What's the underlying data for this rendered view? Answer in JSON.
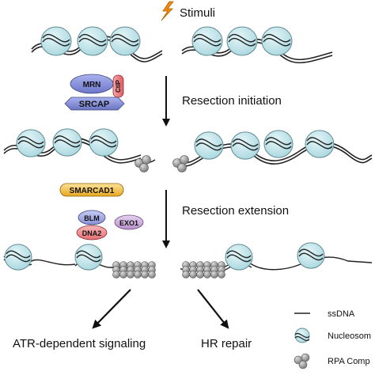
{
  "stimuli_label": "Stimuli",
  "steps": {
    "initiation": "Resection initiation",
    "extension": "Resection extension"
  },
  "proteins": {
    "mrn": "MRN",
    "ctip": "CtIP",
    "srcap": "SRCAP",
    "smarcad1": "SMARCAD1",
    "blm": "BLM",
    "dna2": "DNA2",
    "exo1": "EXO1"
  },
  "outcomes": {
    "left": "ATR-dependent signaling",
    "right": "HR repair"
  },
  "legend": {
    "ssdna": "ssDNA",
    "nucleosome": "Nucleosom",
    "rpa": "RPA Comp"
  },
  "colors": {
    "nucleosome_fill": "#c6e8ee",
    "nucleosome_stroke": "#6a8f96",
    "mrn": "#8890d6",
    "srcap": "#7f8bd0",
    "ctip": "#ee7b80",
    "smarcad1": "#f3c44a",
    "blm": "#9aa2e0",
    "dna2": "#ef8d8f",
    "exo1": "#c7a6d6",
    "rpa": "#9a9a9a",
    "lightning": "#f08a10"
  }
}
